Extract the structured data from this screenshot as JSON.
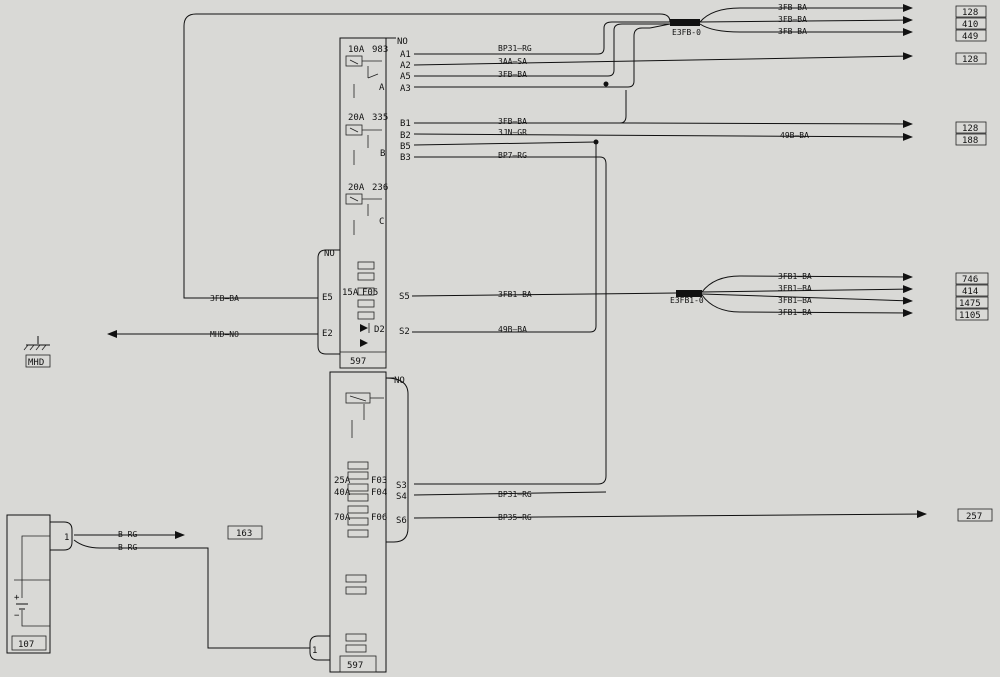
{
  "module_upper": {
    "id": "597",
    "no_top": "NO",
    "no_mid": "NO",
    "relays": [
      {
        "rating": "10A",
        "code": "983",
        "letter": "A"
      },
      {
        "rating": "20A",
        "code": "335",
        "letter": "B"
      },
      {
        "rating": "20A",
        "code": "236",
        "letter": "C"
      }
    ],
    "fuse_label": "15A",
    "fuse_id": "F05",
    "diode_id": "D2"
  },
  "module_lower": {
    "id": "597",
    "no_top": "NO",
    "fuses": [
      {
        "rating": "25A",
        "id": "F03"
      },
      {
        "rating": "40A",
        "id": "F04"
      },
      {
        "rating": "70A",
        "id": "F06"
      }
    ],
    "connector": "1"
  },
  "pins": {
    "A1": "A1",
    "A2": "A2",
    "A5": "A5",
    "A3": "A3",
    "B1": "B1",
    "B2": "B2",
    "B5": "B5",
    "B3": "B3",
    "S5": "S5",
    "S2": "S2",
    "E5": "E5",
    "E2": "E2",
    "S3": "S3",
    "S4": "S4",
    "S6": "S6"
  },
  "wires": {
    "a1": "BP31—RG",
    "a2": "3AA—SA",
    "a5": "3FB—BA",
    "b1": "3FB—BA",
    "b2": "3JN—GR",
    "b3": "BP7—RG",
    "b2_long": "49B—BA",
    "s5": "3FB1—BA",
    "s2": "49B—BA",
    "e5": "3FB—BA",
    "e2": "MHD—NO",
    "s4": "BP31—RG",
    "s6": "BP35—RG",
    "bat1": "B—RG",
    "bat2": "B—RG",
    "top1": "3FB—BA",
    "top2": "3FB—BA",
    "top3": "3FB—BA",
    "right1": "3FB1—BA",
    "right2": "3FB1—BA",
    "right3": "3FB1—BA",
    "right4": "3FB1—BA"
  },
  "splices": {
    "top": "E3FB-0",
    "mid": "E3FB1-0"
  },
  "destinations": {
    "top": [
      "128",
      "410",
      "449"
    ],
    "a2": "128",
    "b1": [
      "128",
      "188"
    ],
    "right": [
      "746",
      "414",
      "1475",
      "1105"
    ],
    "s6": "257",
    "bat": "163"
  },
  "ground": "MHD",
  "battery": {
    "id": "107",
    "plus": "+",
    "minus": "−",
    "connector": "1"
  }
}
